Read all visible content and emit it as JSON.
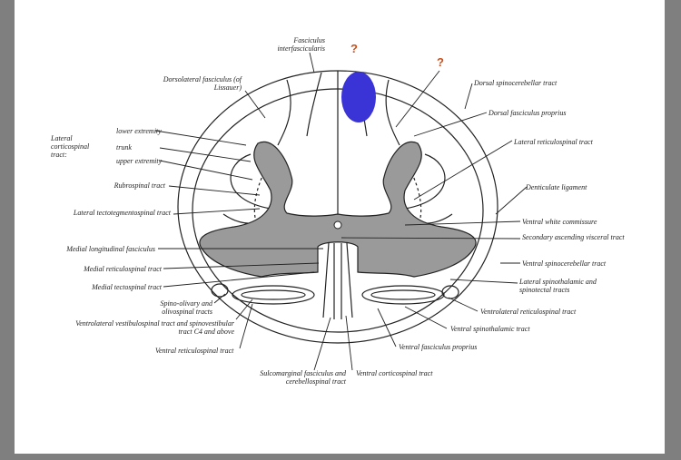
{
  "question_marks": [
    "?",
    "?"
  ],
  "highlight_color": "#3a33d6",
  "question_color": "#c8501e",
  "labels": {
    "fasciculus_interfascicularis": "Fasciculus interfascicularis",
    "dorsolateral_fasciculus": "Dorsolateral fasciculus (of Lissauer)",
    "lateral_corticospinal": "Lateral corticospinal tract:",
    "lower_extremity": "lower extremity",
    "trunk": "trunk",
    "upper_extremity": "upper extremity",
    "rubrospinal": "Rubrospinal tract",
    "lateral_tectotegmentospinal": "Lateral tectotegmentospinal tract",
    "medial_longitudinal": "Medial longitudinal fasciculus",
    "medial_reticulospinal": "Medial reticulospinal tract",
    "medial_tectospinal": "Medial tectospinal tract",
    "spino_olivary": "Spino-olivary and olivospinal tracts",
    "ventrolateral_vestibulospinal": "Ventrolateral vestibulospinal tract and spinovestibular tract C4 and above",
    "ventral_reticulospinal": "Ventral reticulospinal tract",
    "sulcomarginal": "Sulcomarginal fasciculus and cerebellospinal tract",
    "ventral_corticospinal": "Ventral corticospinal tract",
    "ventral_fasciculus_proprius": "Ventral fasciculus proprius",
    "ventral_spinothalamic": "Ventral spinothalamic tract",
    "ventrolateral_reticulospinal": "Ventrolateral reticulospinal tract",
    "lateral_spinothalamic": "Lateral spinothalamic and spinotectal tracts",
    "ventral_spinocerebellar": "Ventral spinocerebellar tract",
    "secondary_ascending_visceral": "Secondary ascending visceral tract",
    "ventral_white_commissure": "Ventral white commissure",
    "denticulate_ligament": "Denticulate ligament",
    "lateral_reticulospinal": "Lateral reticulospinal tract",
    "dorsal_fasciculus_proprius": "Dorsal fasciculus proprius",
    "dorsal_spinocerebellar": "Dorsal spinocerebellar tract"
  }
}
